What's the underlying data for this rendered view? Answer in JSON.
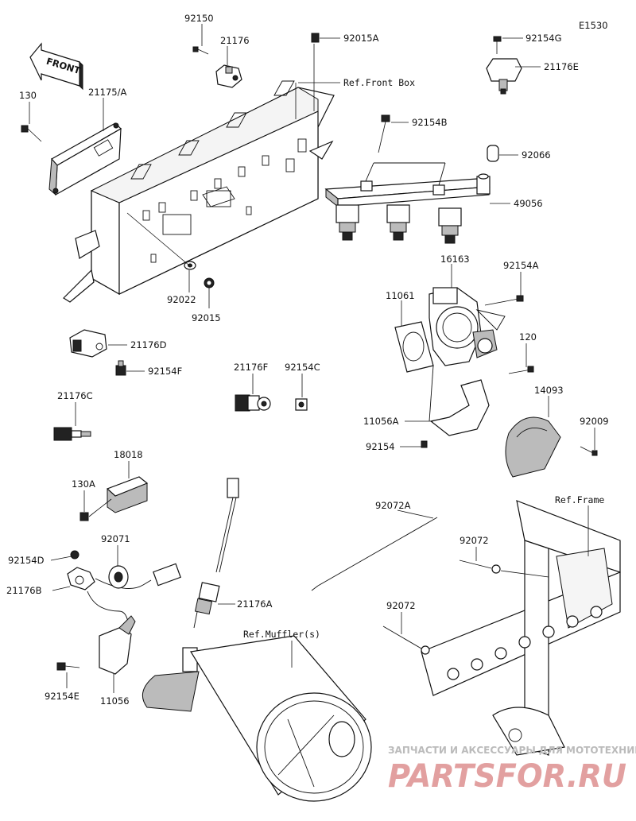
{
  "diagram_code": "E1530",
  "front_label": "FRONT",
  "part_labels": {
    "p92150": "92150",
    "p21176": "21176",
    "p92015A": "92015A",
    "p92154G": "92154G",
    "p21176E": "21176E",
    "p130": "130",
    "p21175A": "21175/A",
    "p92154B": "92154B",
    "p92066": "92066",
    "p49056": "49056",
    "p92022": "92022",
    "p92015": "92015",
    "p16163": "16163",
    "p92154A": "92154A",
    "p11061": "11061",
    "p21176D": "21176D",
    "p92154F": "92154F",
    "p120": "120",
    "p14093": "14093",
    "p21176F": "21176F",
    "p92154C": "92154C",
    "p21176C": "21176C",
    "p11056A": "11056A",
    "p92009": "92009",
    "p92154": "92154",
    "p18018": "18018",
    "p130A": "130A",
    "p92072A": "92072A",
    "p92071": "92071",
    "p92154D": "92154D",
    "p21176B": "21176B",
    "p92072a": "92072",
    "p21176A": "21176A",
    "p92072b": "92072",
    "p92154E": "92154E",
    "p11056": "11056"
  },
  "ref_labels": {
    "front_box": "Ref.Front Box",
    "frame": "Ref.Frame",
    "muffler": "Ref.Muffler(s)"
  },
  "watermark": {
    "tagline": "ЗАПЧАСТИ И АКСЕССУАРЫ ДЛЯ МОТОТЕХНИКИ",
    "brand": "PARTSFOR.RU"
  }
}
